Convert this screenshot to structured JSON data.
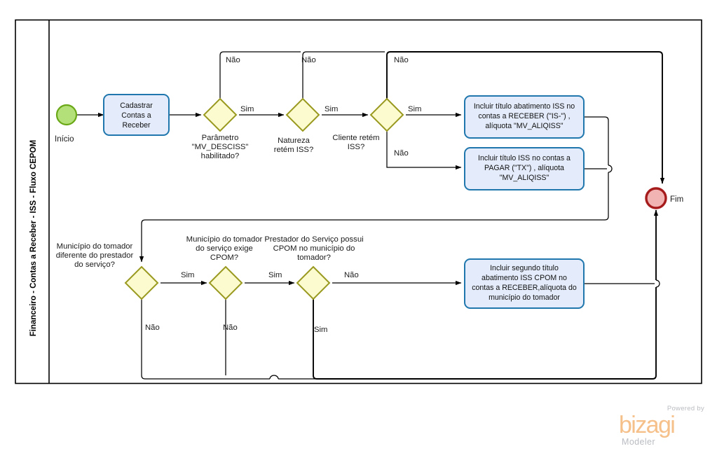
{
  "diagram": {
    "type": "bpmn-process-flow",
    "pool": {
      "lane_title": "Financeiro - Contas a Receber - ISS - Fluxo CEPOM"
    },
    "events": [
      {
        "id": "start",
        "kind": "start-event",
        "label": "Início"
      },
      {
        "id": "end",
        "kind": "end-event",
        "label": "Fim"
      }
    ],
    "tasks": [
      {
        "id": "task-cadastrar",
        "lines": [
          "Cadastrar",
          "Contas a",
          "Receber"
        ]
      },
      {
        "id": "task-abatimento-iss",
        "lines": [
          "Incluir título abatimento ISS no",
          "contas a RECEBER (\"IS-\") ,",
          "alíquota \"MV_ALIQISS\""
        ]
      },
      {
        "id": "task-iss-pagar",
        "lines": [
          "Incluir título ISS no contas a",
          "PAGAR  (\"TX\") , alíquota",
          "\"MV_ALIQISS\""
        ]
      },
      {
        "id": "task-segundo-titulo-cpom",
        "lines": [
          "Incluir segundo título",
          "abatimento ISS CPOM no",
          "contas a RECEBER,alíquota do",
          "município do tomador"
        ]
      }
    ],
    "gateways": [
      {
        "id": "gw-mv-desciss",
        "lines": [
          "Parâmetro",
          "\"MV_DESCISS\"",
          "habilitado?"
        ]
      },
      {
        "id": "gw-natureza",
        "lines": [
          "Natureza",
          "retém ISS?"
        ]
      },
      {
        "id": "gw-cliente",
        "lines": [
          "Cliente retém",
          "ISS?"
        ]
      },
      {
        "id": "gw-municipio-diferente",
        "lines": [
          "Município do tomador",
          "diferente do prestador",
          "do serviço?"
        ]
      },
      {
        "id": "gw-exige-cpom",
        "lines": [
          "Município do tomador",
          "do serviço exige",
          "CPOM?"
        ]
      },
      {
        "id": "gw-prestador-cpom",
        "lines": [
          "Prestador do Serviço possui",
          "CPOM no município do",
          "tomador?"
        ]
      }
    ],
    "flow_labels": {
      "sim": "Sim",
      "nao": "Não",
      "gw1_nao": "Não",
      "gw1_sim": "Sim",
      "gw2_nao": "Não",
      "gw2_sim": "Sim",
      "gw3_nao_top": "Não",
      "gw3_sim": "Sim",
      "gw3_nao_bottom": "Não",
      "gw4_sim": "Sim",
      "gw4_nao": "Não",
      "gw5_sim": "Sim",
      "gw5_nao": "Não",
      "gw6_nao": "Não",
      "gw6_sim": "Sim"
    },
    "colors": {
      "start_fill": "#b4e07a",
      "start_stroke": "#6aa818",
      "end_fill": "#f2b3b3",
      "end_stroke": "#a61b1b",
      "task_fill": "#e4ecfb",
      "task_stroke": "#1f77ad",
      "gateway_fill": "#fbfbcf",
      "gateway_stroke": "#9a9a21",
      "flow_stroke": "#000000",
      "brand_accent": "#f6c08a",
      "brand_muted": "#b9bcc2"
    }
  },
  "branding": {
    "powered_by": "Powered by",
    "product": "bizagi",
    "edition": "Modeler"
  }
}
